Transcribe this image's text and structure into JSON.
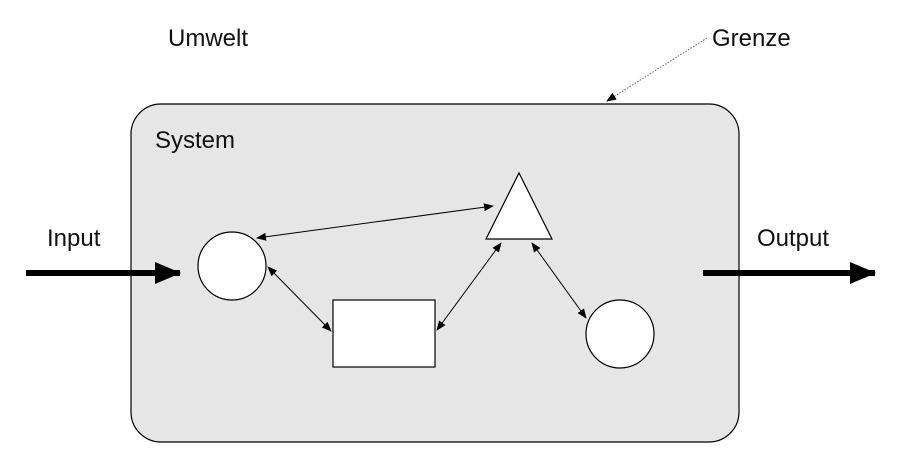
{
  "labels": {
    "environment": "Umwelt",
    "boundary": "Grenze",
    "system": "System",
    "input": "Input",
    "output": "Output"
  },
  "colors": {
    "system_fill": "#e6e6e6",
    "stroke": "#000000",
    "background": "#ffffff",
    "element_fill": "#ffffff"
  },
  "elements": [
    {
      "id": "circle-left",
      "shape": "circle"
    },
    {
      "id": "rectangle",
      "shape": "rectangle"
    },
    {
      "id": "triangle",
      "shape": "triangle"
    },
    {
      "id": "circle-right",
      "shape": "circle"
    }
  ],
  "relations": [
    {
      "from": "circle-left",
      "to": "triangle",
      "direction": "bidirectional"
    },
    {
      "from": "circle-left",
      "to": "rectangle",
      "direction": "bidirectional"
    },
    {
      "from": "rectangle",
      "to": "triangle",
      "direction": "bidirectional"
    },
    {
      "from": "triangle",
      "to": "circle-right",
      "direction": "bidirectional"
    }
  ],
  "flows": [
    {
      "name": "input",
      "direction": "into-system"
    },
    {
      "name": "output",
      "direction": "out-of-system"
    }
  ]
}
